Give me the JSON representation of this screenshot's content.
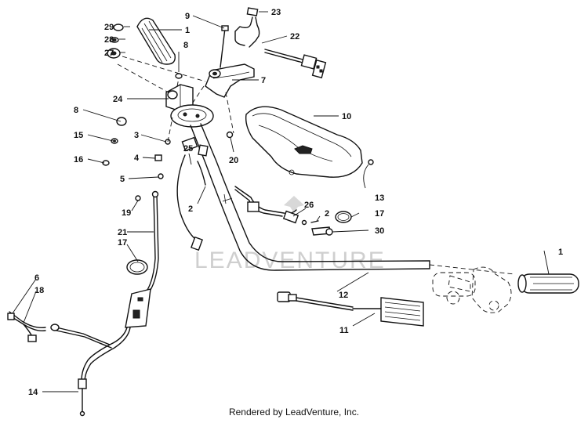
{
  "diagram": {
    "callouts": {
      "c1": "1",
      "c2": "2",
      "c3": "3",
      "c4": "4",
      "c5": "5",
      "c6": "6",
      "c7": "7",
      "c8": "8",
      "c9": "9",
      "c10": "10",
      "c11": "11",
      "c12": "12",
      "c13": "13",
      "c14": "14",
      "c15": "15",
      "c16": "16",
      "c17": "17",
      "c18": "18",
      "c19": "19",
      "c20": "20",
      "c21": "21",
      "c22": "22",
      "c23": "23",
      "c24": "24",
      "c25": "25",
      "c26": "26",
      "c27": "27",
      "c28": "28",
      "c29": "29",
      "c30": "30"
    },
    "watermark": "LEADVENTURE"
  },
  "footer": {
    "text": "Rendered by LeadVenture, Inc."
  }
}
